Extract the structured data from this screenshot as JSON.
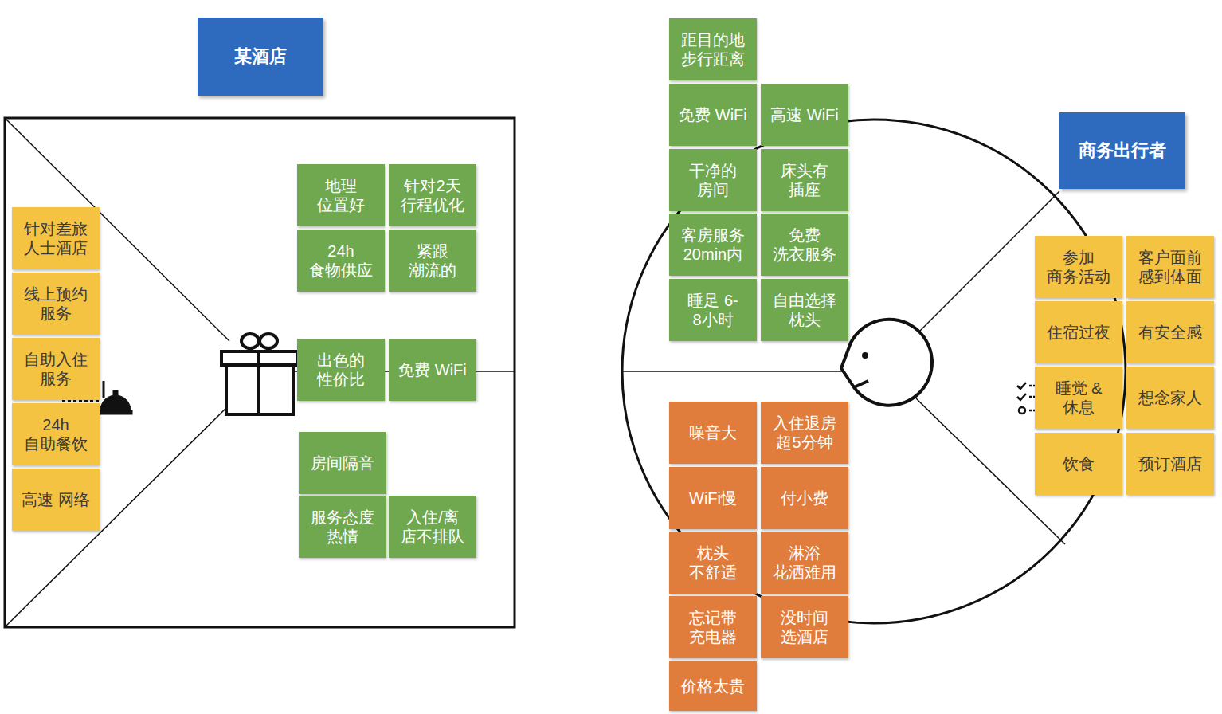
{
  "diagram": {
    "nodes": [
      {
        "text": [
          "某酒店"
        ]
      },
      {
        "text": [
          "针对差旅 人士酒店"
        ]
      },
      {
        "text": [
          "线上预约 服务"
        ]
      },
      {
        "text": [
          "自助入住 服务"
        ]
      },
      {
        "text": [
          "24h 自助餐饮"
        ]
      },
      {
        "text": [
          "高速 网络"
        ]
      },
      {
        "text": [
          "地理 位置好"
        ]
      },
      {
        "text": [
          "针对2天 行程优化"
        ]
      },
      {
        "text": [
          "24h 食物供应"
        ]
      },
      {
        "text": [
          "紧跟 潮流的"
        ]
      },
      {
        "text": [
          "出色的 性价比"
        ]
      },
      {
        "text": [
          "免费 WiFi"
        ]
      },
      {
        "text": [
          "房间隔音"
        ]
      },
      {
        "text": [
          "服务态度 热情"
        ]
      },
      {
        "text": [
          "入住/离 店不排队"
        ]
      },
      {
        "text": [
          "商务出行者"
        ]
      },
      {
        "text": [
          "距目的地 步行距离"
        ]
      },
      {
        "text": [
          "免费 WiFi"
        ]
      },
      {
        "text": [
          "高速 WiFi"
        ]
      },
      {
        "text": [
          "干净的 房间"
        ]
      },
      {
        "text": [
          "床头有 插座"
        ]
      },
      {
        "text": [
          "客房服务 20min内"
        ]
      },
      {
        "text": [
          "免费 洗衣服务"
        ]
      },
      {
        "text": [
          "睡足 6-8小时"
        ]
      },
      {
        "text": [
          "自由选择 枕头"
        ]
      },
      {
        "text": [
          "噪音大"
        ]
      },
      {
        "text": [
          "入住退房 超5分钟"
        ]
      },
      {
        "text": [
          "WiFi慢"
        ]
      },
      {
        "text": [
          "付小费"
        ]
      },
      {
        "text": [
          "枕头 不舒适"
        ]
      },
      {
        "text": [
          "淋浴 花洒难用"
        ]
      },
      {
        "text": [
          "忘记带 充电器"
        ]
      },
      {
        "text": [
          "没时间 选酒店"
        ]
      },
      {
        "text": [
          "价格太贵"
        ]
      },
      {
        "text": [
          "参加 商务活动"
        ]
      },
      {
        "text": [
          "客户面前 感到体面"
        ]
      },
      {
        "text": [
          "住宿过夜"
        ]
      },
      {
        "text": [
          "有安全感"
        ]
      },
      {
        "text": [
          "睡觉 &休息"
        ]
      },
      {
        "text": [
          "想念家人"
        ]
      },
      {
        "text": [
          "饮食"
        ]
      },
      {
        "text": [
          "预订酒店"
        ]
      }
    ]
  }
}
